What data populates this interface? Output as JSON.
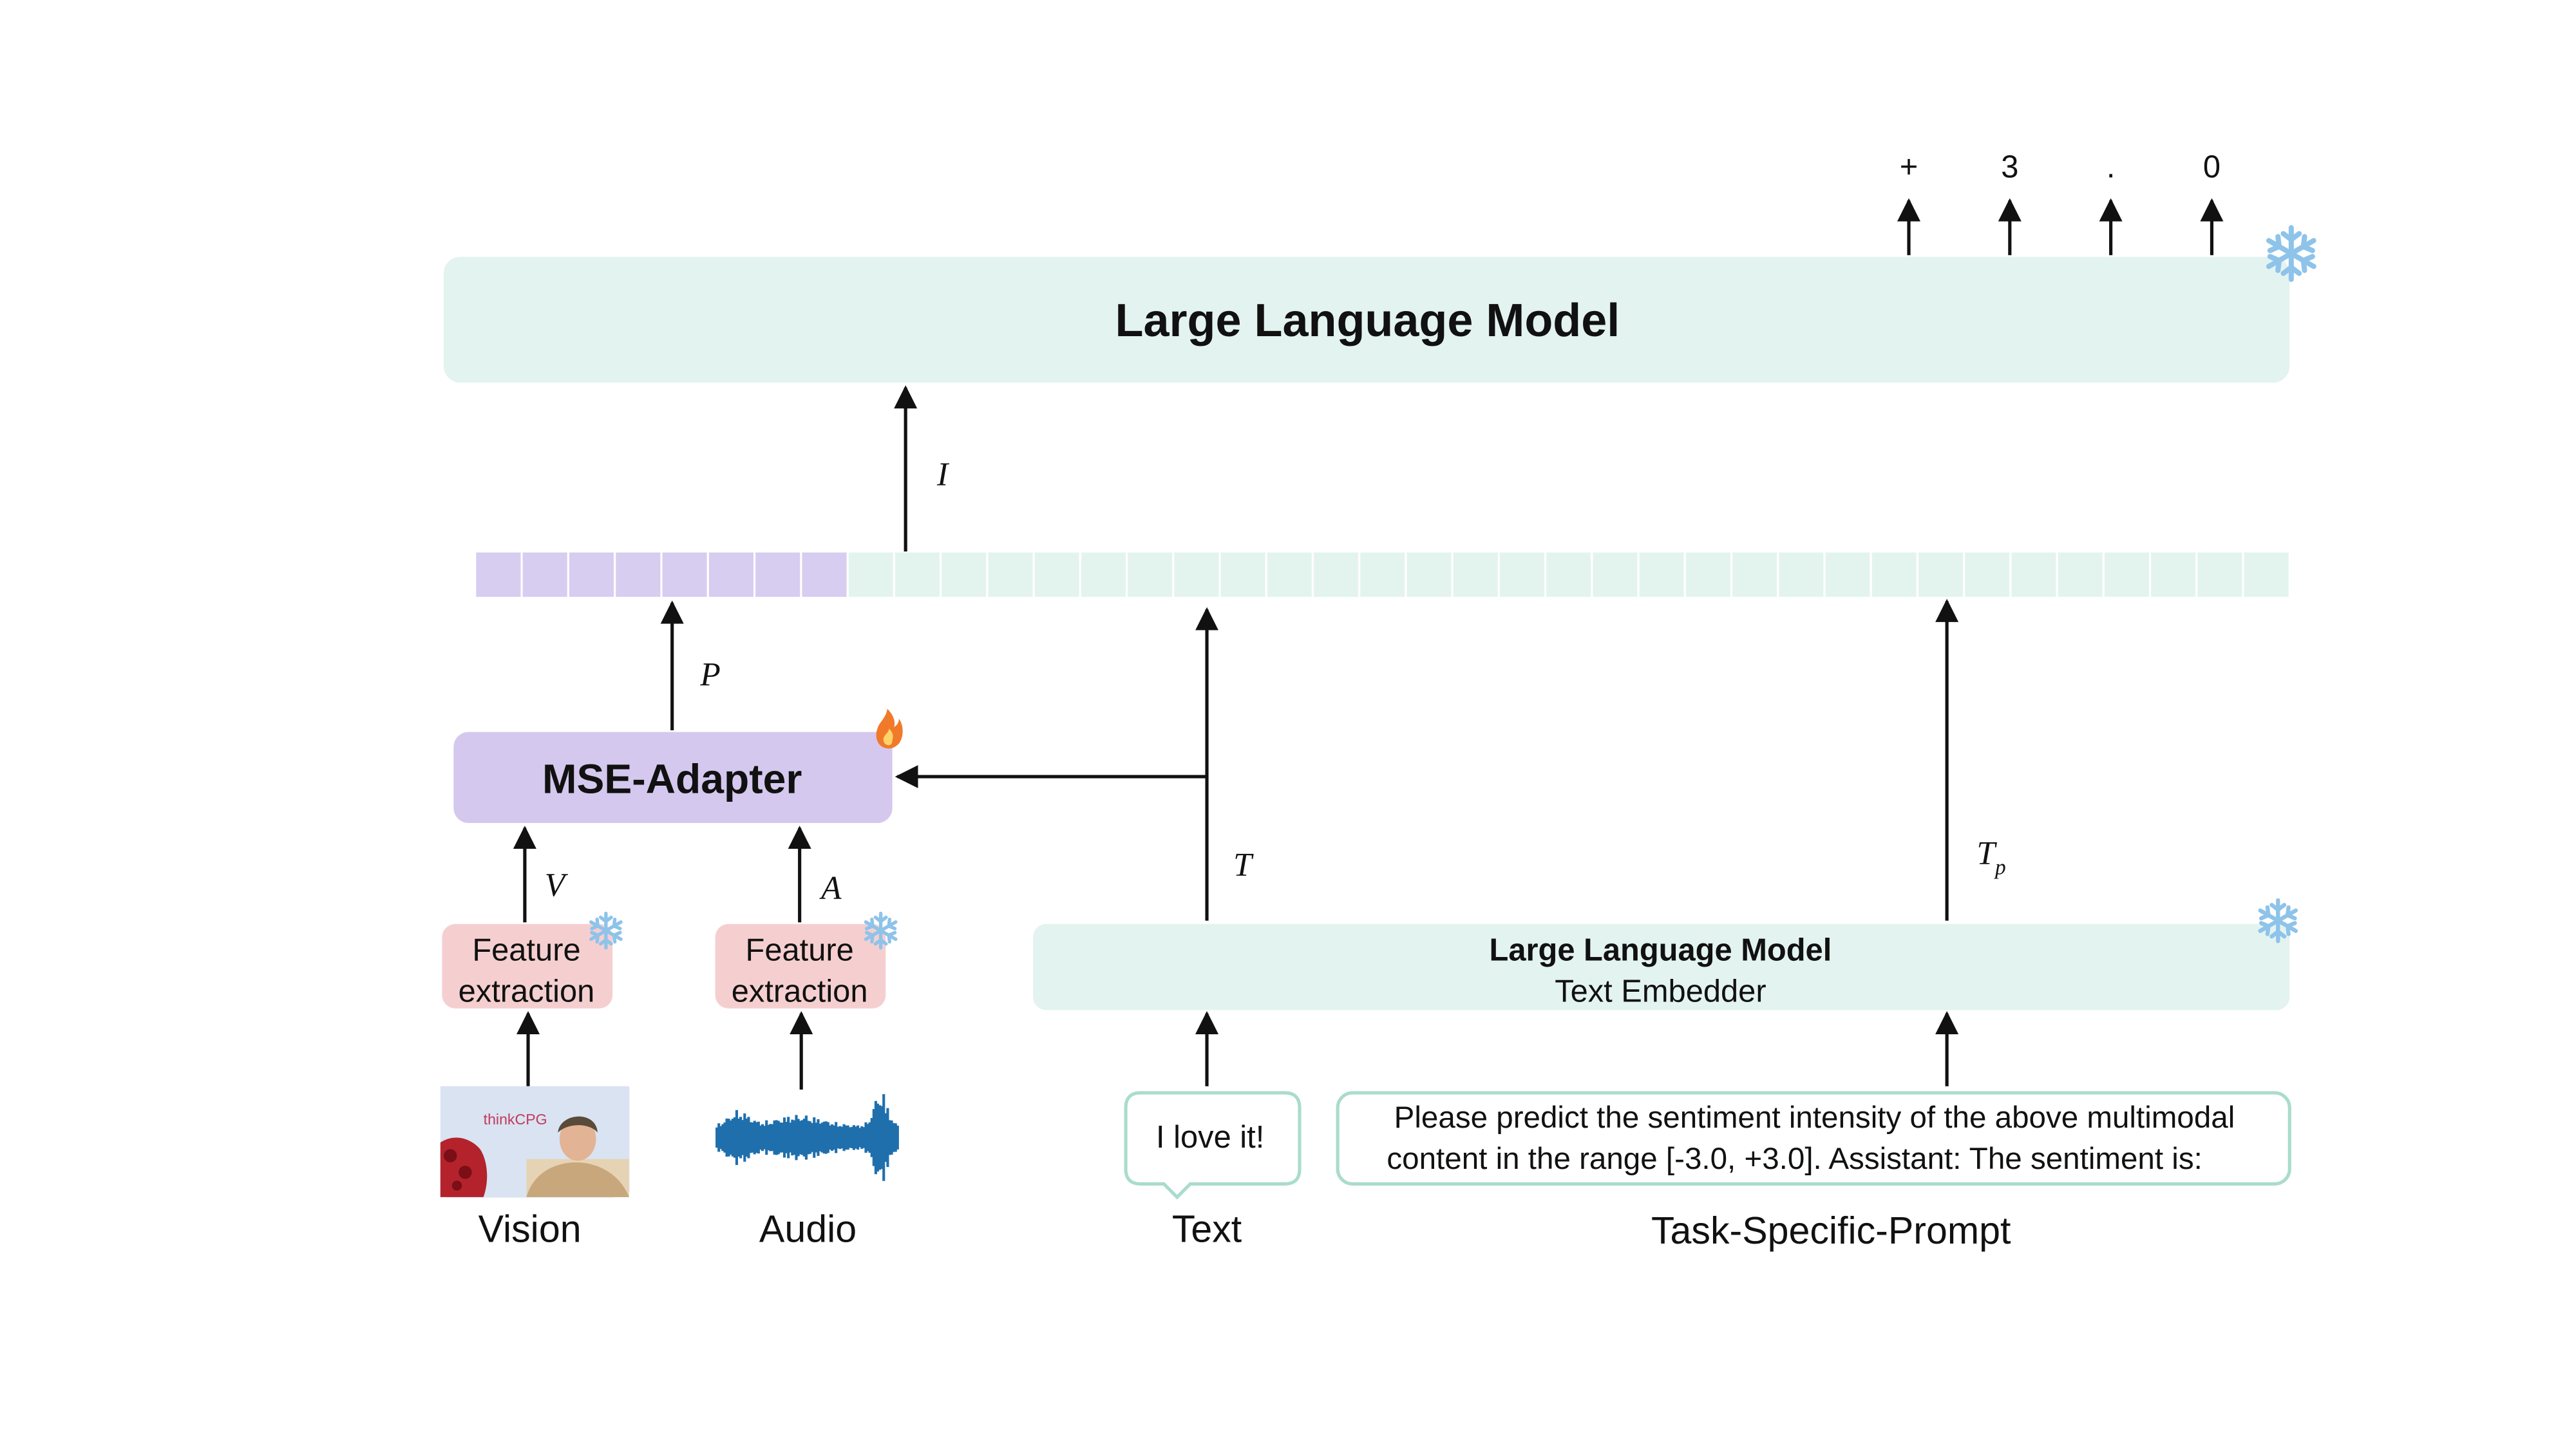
{
  "llm_main": {
    "title": "Large Language Model"
  },
  "output_tokens": [
    "+",
    "3",
    ".",
    "0"
  ],
  "labels": {
    "I": "I",
    "P": "P",
    "T": "T",
    "Tp_main": "T",
    "Tp_sub": "p",
    "V": "V",
    "A": "A"
  },
  "adapter": {
    "title": "MSE-Adapter"
  },
  "feature_extraction": {
    "line1": "Feature",
    "line2": "extraction"
  },
  "embedder": {
    "title": "Large Language Model",
    "subtitle": "Text Embedder"
  },
  "inputs": {
    "vision": "Vision",
    "audio": "Audio",
    "text": "Text",
    "task_prompt": "Task-Specific-Prompt",
    "speech_bubble": "I love it!",
    "prompt_line1": "Please predict the sentiment intensity of the above multimodal",
    "prompt_line2": "content in the range [-3.0, +3.0]. Assistant: The sentiment is:",
    "vision_logo": "thinkCPG"
  },
  "icons": {
    "frozen": "snowflake-icon",
    "trainable": "fire-icon"
  },
  "sequence": {
    "purple_cells": 8,
    "green_cells": 31
  },
  "colors": {
    "llm_fill": "#e3f3ef",
    "adapter_fill": "#d5c8ee",
    "purple_cell": "#d7cdf0",
    "green_cell": "#e3f4ef",
    "feature_fill": "#f5cfd0",
    "bubble_border": "#a9dccd",
    "snowflake": "#8ec3ea",
    "fire": "#f07a2a",
    "waveform": "#1f6fad"
  }
}
